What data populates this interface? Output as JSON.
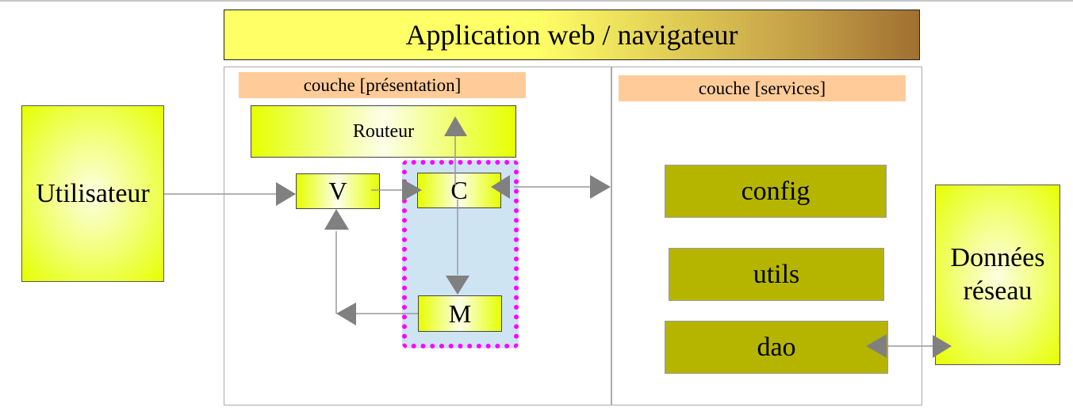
{
  "title": "Application web / navigateur",
  "layers": {
    "presentation": "couche [présentation]",
    "services": "couche [services]"
  },
  "nodes": {
    "user": "Utilisateur",
    "router": "Routeur",
    "view": "V",
    "controller": "C",
    "model": "M",
    "config": "config",
    "utils": "utils",
    "dao": "dao",
    "network_data": "Données réseau"
  },
  "colors": {
    "title_gradient_start": "#ffff66",
    "title_gradient_end": "#a07030",
    "layer_label": "#ffcc99",
    "node_yellow": "#e6ff00",
    "service_olive": "#b5b500",
    "mvc_highlight_fill": "#cfe4f2",
    "mvc_highlight_border": "#ff00ff",
    "arrow": "#808080"
  }
}
